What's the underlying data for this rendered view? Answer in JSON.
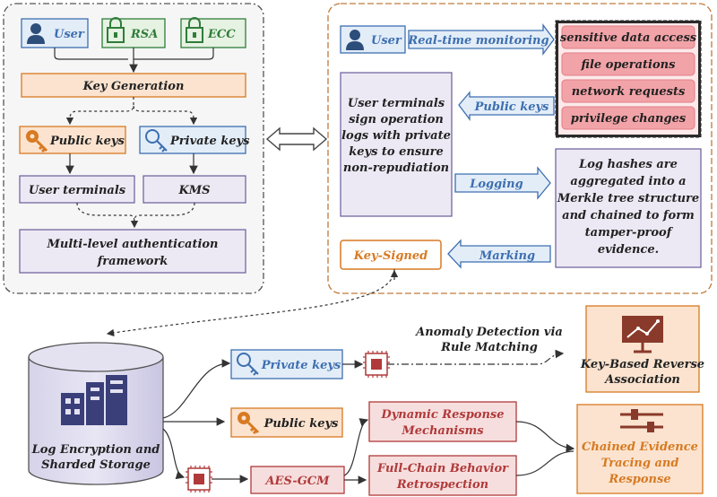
{
  "left_panel": {
    "user": "User",
    "rsa": "RSA",
    "ecc": "ECC",
    "key_generation": "Key Generation",
    "public_keys": "Public keys",
    "private_keys": "Private keys",
    "user_terminals": "User terminals",
    "kms": "KMS",
    "framework_line1": "Multi-level authentication",
    "framework_line2": "framework"
  },
  "right_panel": {
    "user": "User",
    "monitoring": "Real-time monitoring",
    "events": [
      "sensitive data access",
      "file operations",
      "network requests",
      "privilege changes"
    ],
    "sign_text": [
      "User terminals",
      "sign operation",
      "logs with private",
      "keys to ensure",
      "non-repudiation"
    ],
    "public_keys": "Public keys",
    "logging": "Logging",
    "merkle_text": [
      "Log hashes are",
      "aggregated into a",
      "Merkle tree structure",
      "and chained to form",
      "tamper-proof",
      "evidence."
    ],
    "marking": "Marking",
    "key_signed": "Key-Signed"
  },
  "bottom": {
    "storage_line1": "Log Encryption and",
    "storage_line2": "Sharded Storage",
    "private_keys": "Private keys",
    "public_keys": "Public keys",
    "aes": "AES-GCM",
    "anomaly_line1": "Anomaly Detection via",
    "anomaly_line2": "Rule Matching",
    "reverse_line1": "Key-Based Reverse",
    "reverse_line2": "Association",
    "dynamic_line1": "Dynamic Response",
    "dynamic_line2": "Mechanisms",
    "fullchain_line1": "Full-Chain Behavior",
    "fullchain_line2": "Retrospection",
    "chained_line1": "Chained Evidence",
    "chained_line2": "Tracing and",
    "chained_line3": "Response"
  },
  "colors": {
    "blue": "#3d6fb0",
    "green": "#2f7d3a",
    "orange": "#d77a22",
    "purple": "#5c4a8a",
    "red": "#b03a3a",
    "pink_fill": "#f2a3a8"
  }
}
